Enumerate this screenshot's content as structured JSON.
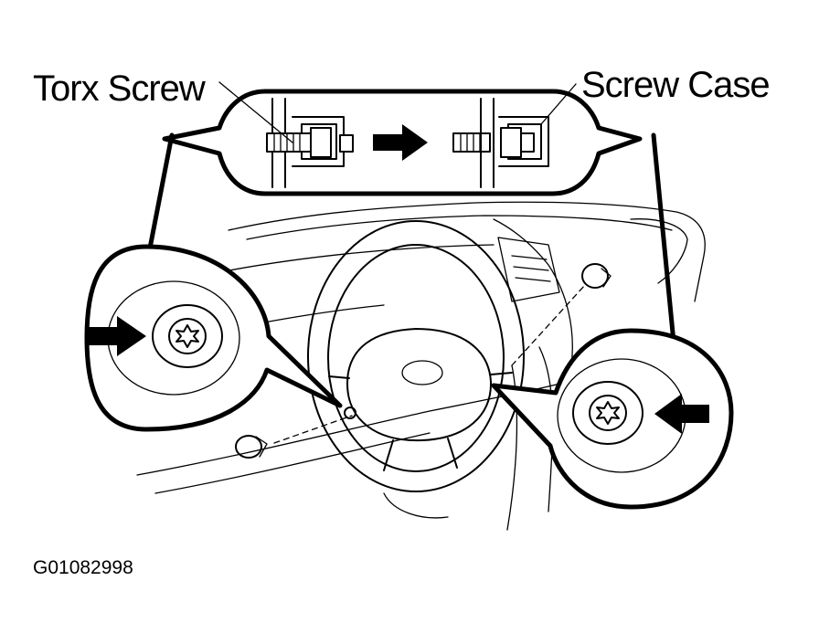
{
  "labels": {
    "torx_screw": "Torx Screw",
    "screw_case": "Screw Case",
    "figure_code": "G01082998"
  },
  "colors": {
    "line": "#000000",
    "background": "#ffffff"
  },
  "icons": {
    "arrow_left_detail": "arrow-right-icon",
    "arrow_right_detail": "arrow-left-icon",
    "arrow_inset": "arrow-right-icon",
    "torx_head": "torx-star-icon"
  }
}
